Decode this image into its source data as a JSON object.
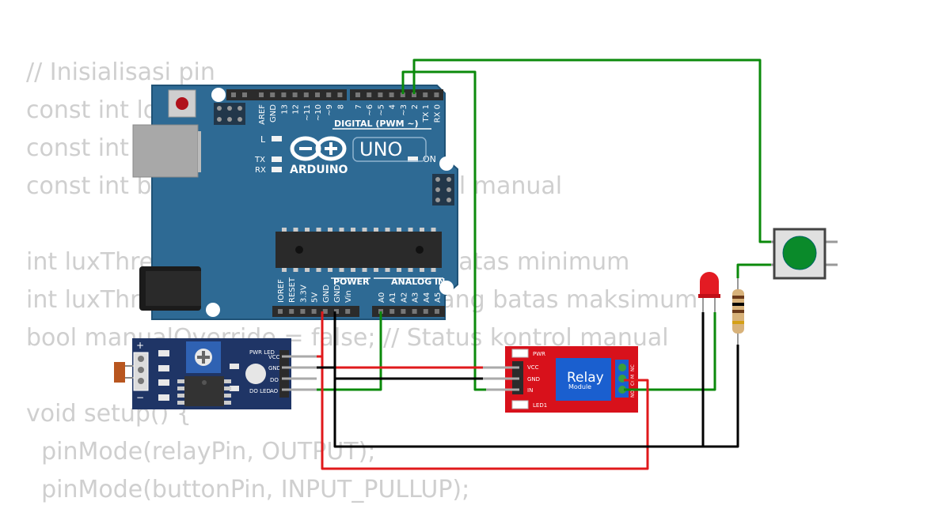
{
  "code_lines": [
    "// Inisialisasi pin",
    "const int ldrPin = A0; // Pin LDR",
    "const int relayPin = 3; // Pin relay",
    "const int buttonPin = 2; // Pin tombol manual",
    "",
    "int luxThreshold = 200; // Ambang batas minimum",
    "int luxThresholdMax = 600; // Ambang batas maksimum",
    "bool manualOverride = false; // Status kontrol manual",
    "",
    "void setup() {",
    "  pinMode(relayPin, OUTPUT);",
    "  pinMode(buttonPin, INPUT_PULLUP);"
  ],
  "arduino": {
    "brand": "ARDUINO",
    "model": "UNO",
    "digital_header": "DIGITAL (PWM ~)",
    "digital_pins": [
      "AREF",
      "GND",
      "13",
      "12",
      "~11",
      "~10",
      "~9",
      "8",
      "7",
      "~6",
      "~5",
      "4",
      "~3",
      "2",
      "TX 1",
      "RX 0"
    ],
    "power_header": "POWER",
    "power_pins": [
      "IOREF",
      "RESET",
      "3.3V",
      "5V",
      "GND",
      "GND",
      "Vin"
    ],
    "analog_header": "ANALOG IN",
    "analog_pins": [
      "A0",
      "A1",
      "A2",
      "A3",
      "A4",
      "A5"
    ],
    "led_l": "L",
    "led_tx": "TX",
    "led_rx": "RX",
    "led_on": "ON"
  },
  "ldr_module": {
    "labels": [
      "VCC",
      "GND",
      "DO",
      "AO"
    ],
    "pwr_led": "PWR LED",
    "do_led": "DO LED",
    "plus": "+",
    "minus": "−"
  },
  "relay_module": {
    "pins": [
      "VCC",
      "GND",
      "IN"
    ],
    "pwr": "PWR",
    "led1": "LED1",
    "title": "Relay",
    "subtitle": "Module",
    "terminals": [
      "NO",
      "COM",
      "NC"
    ]
  },
  "colors": {
    "board": "#2e6a94",
    "relay_board": "#d8111b",
    "sensor_board": "#1f3566",
    "wire_green": "#0b8a0b",
    "wire_red": "#e0191b",
    "wire_black": "#000000",
    "code_text": "#cfcfcf"
  }
}
